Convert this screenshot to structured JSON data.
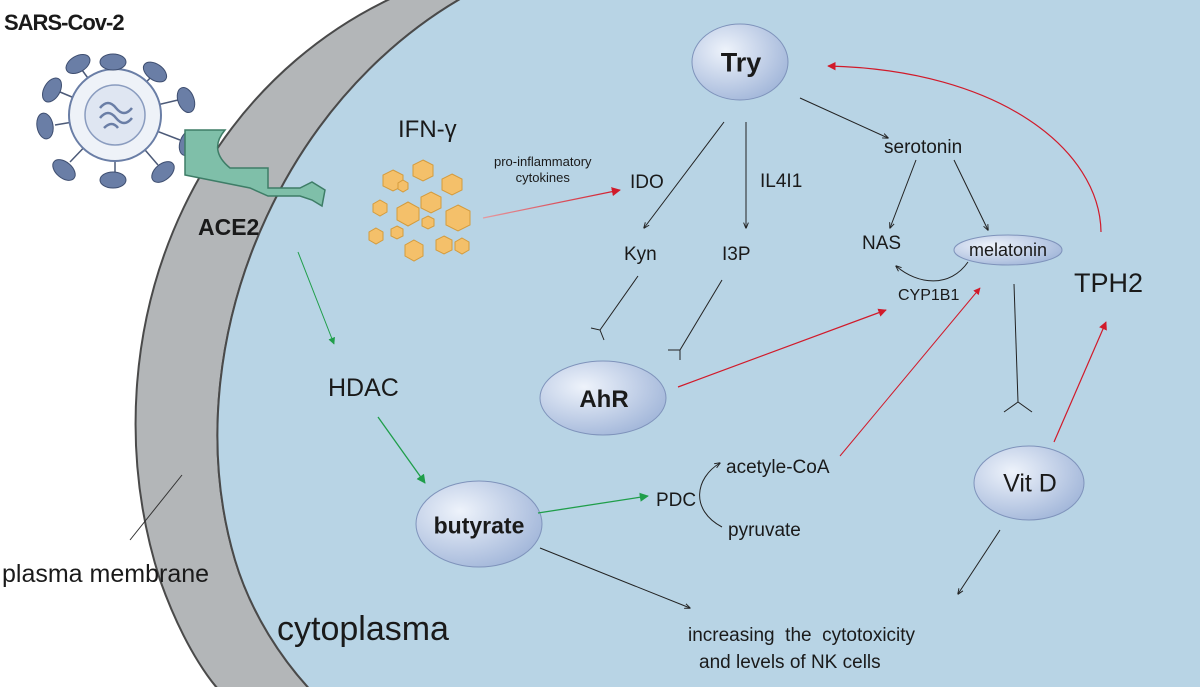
{
  "labels": {
    "sars": "SARS-Cov-2",
    "ace2": "ACE2",
    "ifn": "IFN-γ",
    "proinflam": "pro-inflammatory\ncytokines",
    "ido": "IDO",
    "il4i1": "IL4I1",
    "serotonin": "serotonin",
    "kyn": "Kyn",
    "i3p": "I3P",
    "nas": "NAS",
    "cyp1b1": "CYP1B1",
    "tph2": "TPH2",
    "hdac": "HDAC",
    "acetyl": "acetyle-CoA",
    "pdc": "PDC",
    "pyruvate": "pyruvate",
    "plasma": "plasma membrane",
    "cytoplasma": "cytoplasma",
    "nk_line1": "increasing  the  cytotoxicity",
    "nk_line2": "and levels of NK cells"
  },
  "nodes": {
    "try": "Try",
    "ahr": "AhR",
    "butyrate": "butyrate",
    "vitd": "Vit D",
    "melatonin": "melatonin"
  },
  "colors": {
    "cytoplasm": "#b8d4e5",
    "membrane": "#b3b6b8",
    "membrane_edge": "#4a4a4a",
    "node_fill_light": "#e6eefa",
    "node_fill_dark": "#9fb4d8",
    "receptor": "#7fbfa9",
    "virus_spike": "#6a7ea6",
    "cytokine": "#f4c06a",
    "arrow_red": "#d11a2a",
    "arrow_green": "#1f9e4a",
    "arrow_black": "#222222"
  }
}
